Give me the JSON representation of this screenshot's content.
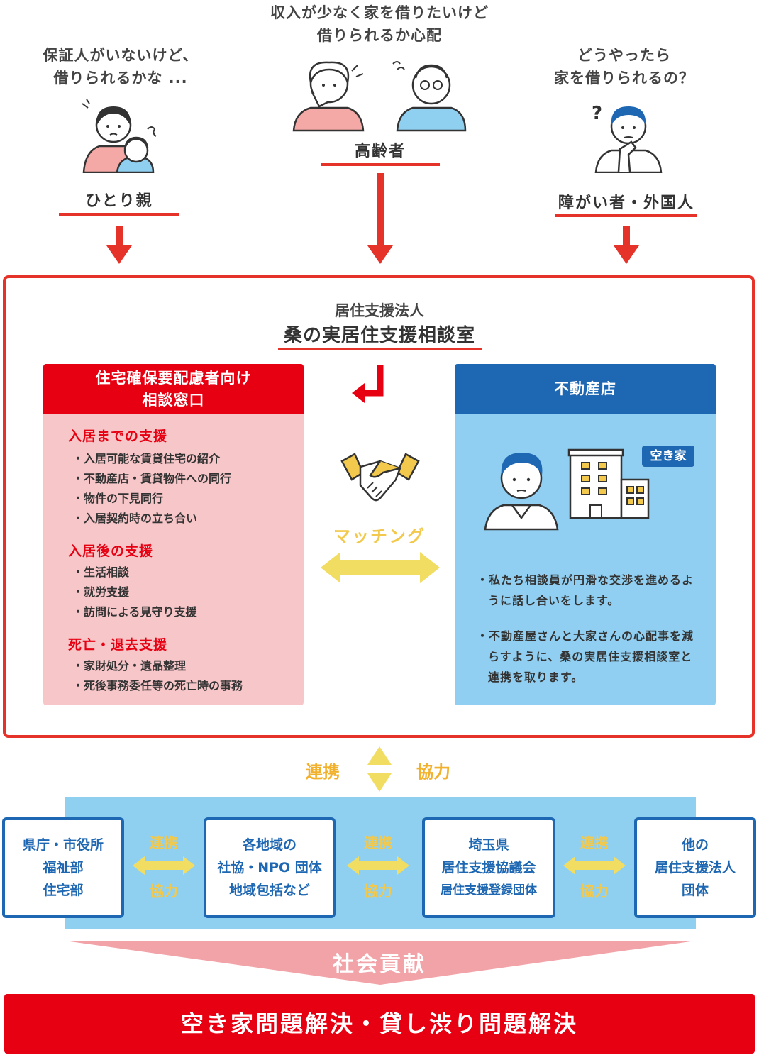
{
  "personas": [
    {
      "question": [
        "保証人がいないけど、",
        "借りられるかな ..."
      ],
      "label": "ひとり親",
      "icon": "single-parent-icon"
    },
    {
      "question": [
        "収入が少なく家を借りたいけど",
        "借りられるか心配"
      ],
      "label": "高齢者",
      "icon": "elderly-couple-icon"
    },
    {
      "question": [
        "どうやったら",
        "家を借りられるの？"
      ],
      "label": "障がい者・外国人",
      "icon": "thinking-man-icon"
    }
  ],
  "organization": {
    "subtitle": "居住支援法人",
    "name": "桑の実居住支援相談室"
  },
  "left_panel": {
    "title": [
      "住宅確保要配慮者向け",
      "相談窓口"
    ],
    "sections": [
      {
        "title": "入居までの支援",
        "items": [
          "入居可能な賃貸住宅の紹介",
          "不動産店・賃貸物件への同行",
          "物件の下見同行",
          "入居契約時の立ち合い"
        ]
      },
      {
        "title": "入居後の支援",
        "items": [
          "生活相談",
          "就労支援",
          "訪問による見守り支援"
        ]
      },
      {
        "title": "死亡・退去支援",
        "items": [
          "家財処分・遺品整理",
          "死後事務委任等の死亡時の事務"
        ]
      }
    ]
  },
  "matching": {
    "label": "マッチング",
    "icon": "handshake-icon"
  },
  "right_panel": {
    "title": "不動産店",
    "tag": "空き家",
    "items": [
      [
        "私たち相談員が円滑な交渉を進めるよ",
        "うに話し合いをします。"
      ],
      [
        "不動産屋さんと大家さんの心配事を減",
        "らすように、桑の実居住支援相談室と",
        "連携を取ります。"
      ]
    ]
  },
  "cooperation": {
    "left": "連携",
    "right": "協力"
  },
  "partners": [
    [
      "県庁・市役所",
      "福祉部",
      "住宅部"
    ],
    [
      "各地域の",
      "社協・NPO 団体",
      "地域包括など"
    ],
    [
      "埼玉県",
      "居住支援協議会",
      "居住支援登録団体"
    ],
    [
      "他の",
      "居住支援法人",
      "団体"
    ]
  ],
  "partner_links": {
    "top": "連携",
    "bottom": "協力"
  },
  "contribution": "社会貢献",
  "goal": "空き家問題解決・貸し渋り問題解決",
  "colors": {
    "red": "#e60012",
    "frame_red": "#e6332a",
    "blue": "#1e67b2",
    "light_blue": "#8fd0f1",
    "pink": "#f7c6c9",
    "yellow": "#f2c94c"
  }
}
